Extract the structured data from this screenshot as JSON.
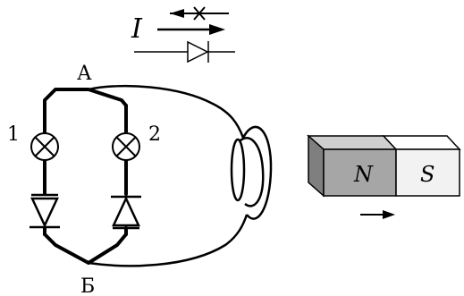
{
  "labels": {
    "current_symbol": "I",
    "node_top": "А",
    "node_bottom": "Б",
    "lamp_1": "1",
    "lamp_2": "2",
    "magnet_north": "N",
    "magnet_south": "S"
  },
  "colors": {
    "ink": "#000000",
    "magnet_north_fill": "#a6a6a6",
    "magnet_north_side": "#7f7f7f",
    "magnet_north_top": "#cfcfcf",
    "magnet_south_fill": "#f2f2f2",
    "magnet_south_top": "#ffffff"
  }
}
